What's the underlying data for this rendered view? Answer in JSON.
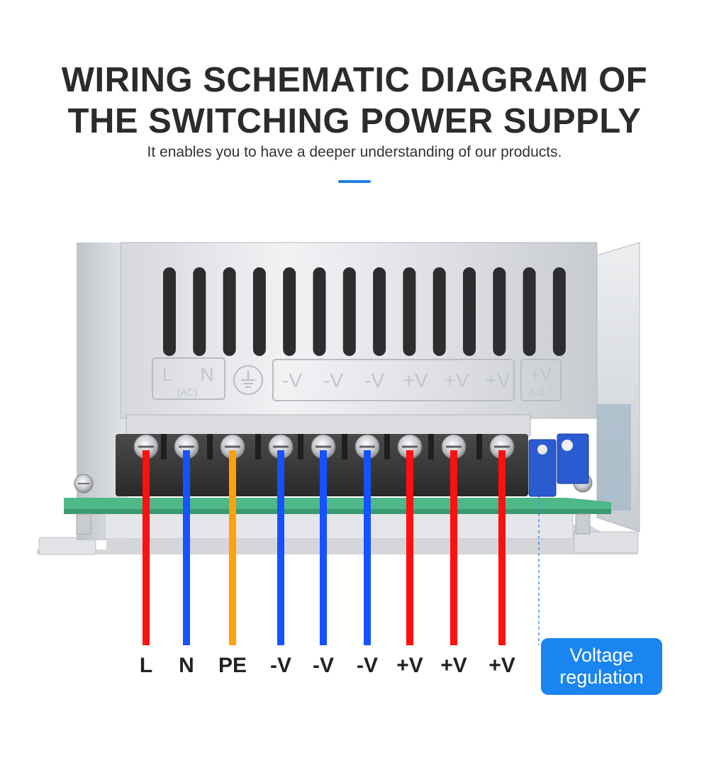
{
  "header": {
    "title_line1": "WIRING SCHEMATIC DIAGRAM OF",
    "title_line2": "THE SWITCHING POWER SUPPLY",
    "subtitle": "It enables you to have a deeper understanding of our products.",
    "accent_color": "#1e7fe0"
  },
  "panel_markings": {
    "input": [
      "L",
      "N"
    ],
    "input_type": "(AC)",
    "ground_symbol": "protective-earth-icon",
    "outputs": [
      "-V",
      "-V",
      "-V",
      "+V",
      "+V",
      "+V"
    ],
    "adjust": "+V",
    "adjust_sub": "ADJ"
  },
  "terminals": [
    {
      "label": "L",
      "wire_color": "#ff1010"
    },
    {
      "label": "N",
      "wire_color": "#1652ff"
    },
    {
      "label": "PE",
      "wire_color": "#ffa10a"
    },
    {
      "label": "-V",
      "wire_color": "#1652ff"
    },
    {
      "label": "-V",
      "wire_color": "#1652ff"
    },
    {
      "label": "-V",
      "wire_color": "#1652ff"
    },
    {
      "label": "+V",
      "wire_color": "#ff1010"
    },
    {
      "label": "+V",
      "wire_color": "#ff1010"
    },
    {
      "label": "+V",
      "wire_color": "#ff1010"
    }
  ],
  "callout": {
    "text_line1": "Voltage",
    "text_line2": "regulation",
    "color": "#1a85f0"
  }
}
